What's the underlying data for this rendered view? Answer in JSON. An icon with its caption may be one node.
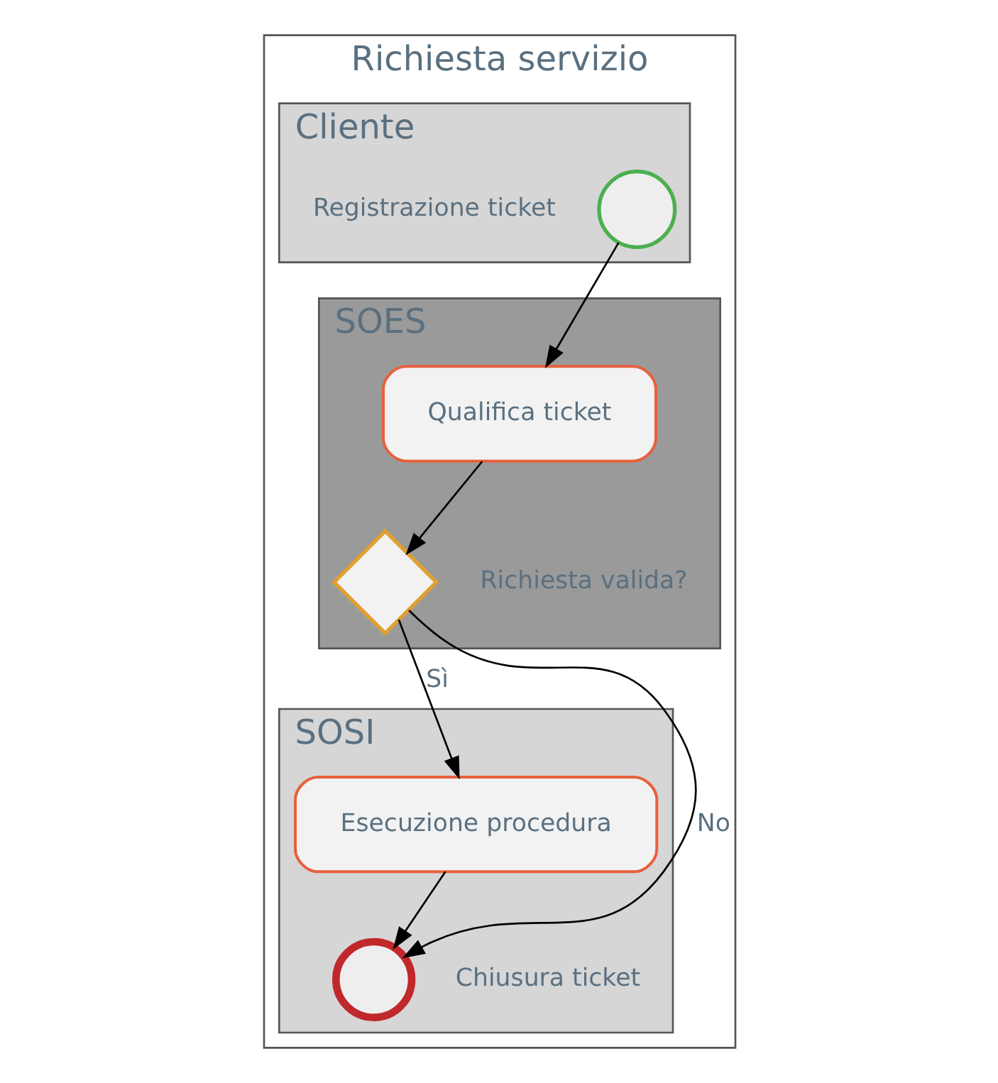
{
  "diagram": {
    "nodes": [
      {
        "text": [
          "Richiesta servizio"
        ]
      },
      {
        "text": [
          "Cliente"
        ],
        "in": 0
      },
      {
        "text": [],
        "shape": "circle",
        "beside": [
          "Registrazione ticket"
        ],
        "in": 1
      },
      {
        "text": [
          "SOES"
        ],
        "in": 0
      },
      {
        "text": [
          "Qualifica ticket"
        ],
        "in": 3
      },
      {
        "text": [],
        "shape": "diamond",
        "beside": [
          "Richiesta valida?"
        ],
        "in": 3
      },
      {
        "text": [
          "SOSI"
        ],
        "in": 0
      },
      {
        "text": [
          "Esecuzione procedura"
        ],
        "in": 6
      },
      {
        "text": [],
        "shape": "circle",
        "beside": [
          "Chiusura ticket"
        ],
        "in": 6
      }
    ],
    "edges": [
      {
        "from": 2,
        "to": 4,
        "arrow": "to"
      },
      {
        "from": 4,
        "to": 5,
        "arrow": "to"
      },
      {
        "from": 5,
        "to": 7,
        "arrow": "to",
        "label": "Sì"
      },
      {
        "from": 5,
        "to": 8,
        "arrow": "to",
        "label": "No"
      },
      {
        "from": 7,
        "to": 8,
        "arrow": "to"
      }
    ]
  }
}
